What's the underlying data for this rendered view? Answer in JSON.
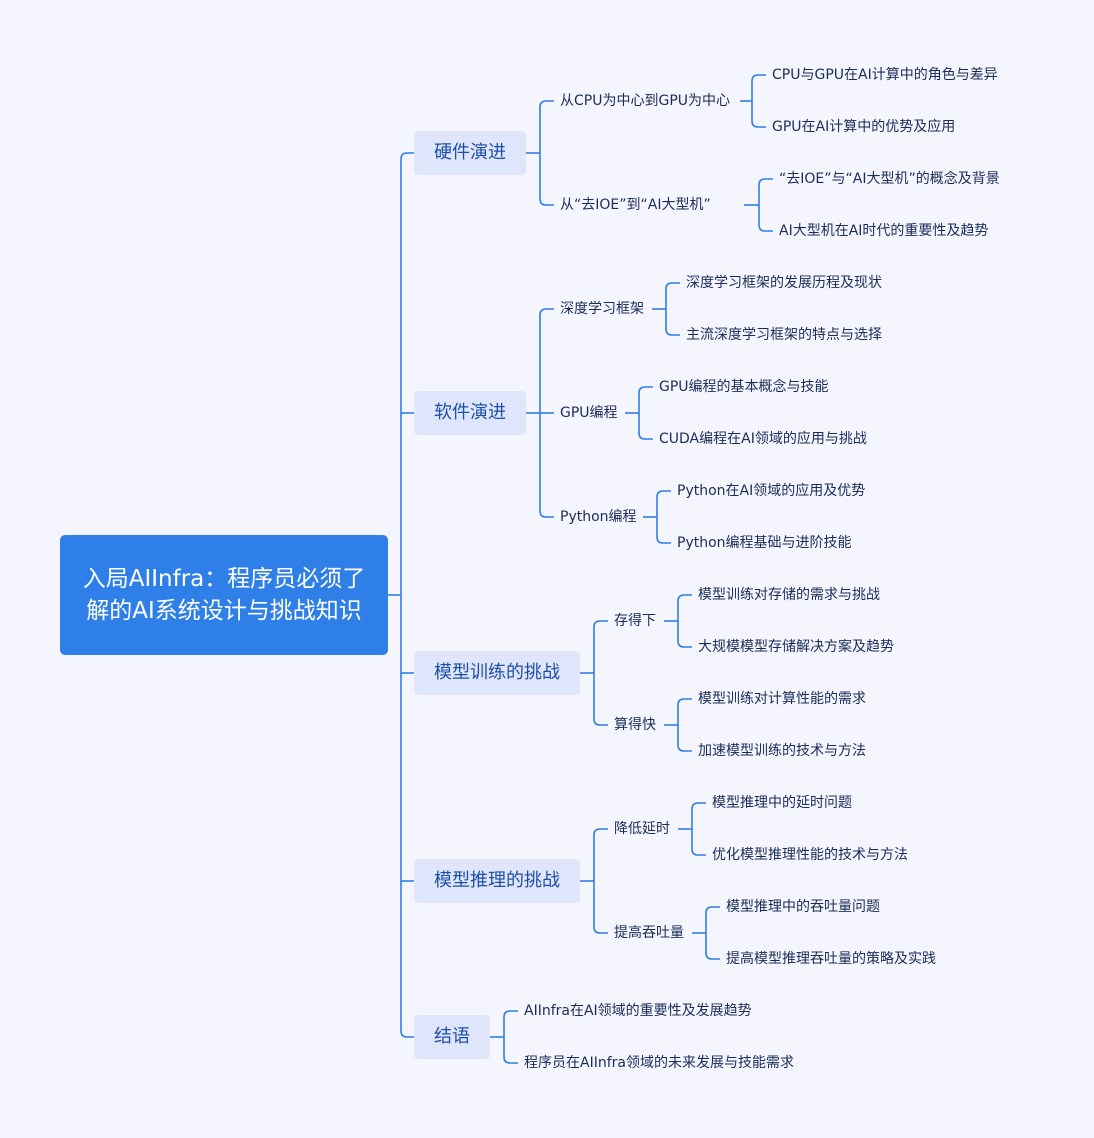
{
  "root": {
    "title": "入局AIInfra：程序员必须了解的AI系统设计与挑战知识"
  },
  "branches": [
    {
      "label": "硬件演进",
      "children": [
        {
          "label": "从CPU为中心到GPU为中心",
          "children": [
            "CPU与GPU在AI计算中的角色与差异",
            "GPU在AI计算中的优势及应用"
          ]
        },
        {
          "label": "从“去IOE”到“AI大型机”",
          "children": [
            "“去IOE”与“AI大型机”的概念及背景",
            "AI大型机在AI时代的重要性及趋势"
          ]
        }
      ]
    },
    {
      "label": "软件演进",
      "children": [
        {
          "label": "深度学习框架",
          "children": [
            "深度学习框架的发展历程及现状",
            "主流深度学习框架的特点与选择"
          ]
        },
        {
          "label": "GPU编程",
          "children": [
            "GPU编程的基本概念与技能",
            "CUDA编程在AI领域的应用与挑战"
          ]
        },
        {
          "label": "Python编程",
          "children": [
            "Python在AI领域的应用及优势",
            "Python编程基础与进阶技能"
          ]
        }
      ]
    },
    {
      "label": "模型训练的挑战",
      "children": [
        {
          "label": "存得下",
          "children": [
            "模型训练对存储的需求与挑战",
            "大规模模型存储解决方案及趋势"
          ]
        },
        {
          "label": "算得快",
          "children": [
            "模型训练对计算性能的需求",
            "加速模型训练的技术与方法"
          ]
        }
      ]
    },
    {
      "label": "模型推理的挑战",
      "children": [
        {
          "label": "降低延时",
          "children": [
            "模型推理中的延时问题",
            "优化模型推理性能的技术与方法"
          ]
        },
        {
          "label": "提高吞吐量",
          "children": [
            "模型推理中的吞吐量问题",
            "提高模型推理吞吐量的策略及实践"
          ]
        }
      ]
    },
    {
      "label": "结语",
      "children": [
        "AIInfra在AI领域的重要性及发展趋势",
        "程序员在AIInfra领域的未来发展与技能需求"
      ]
    }
  ],
  "colors": {
    "background": "#f4f5fd",
    "line": "#2e7fe8",
    "root_fill": "#2e7fe8",
    "node_fill": "#dfe6fb",
    "node_text": "#1d4fa8",
    "label_text": "#1b2c5a"
  }
}
